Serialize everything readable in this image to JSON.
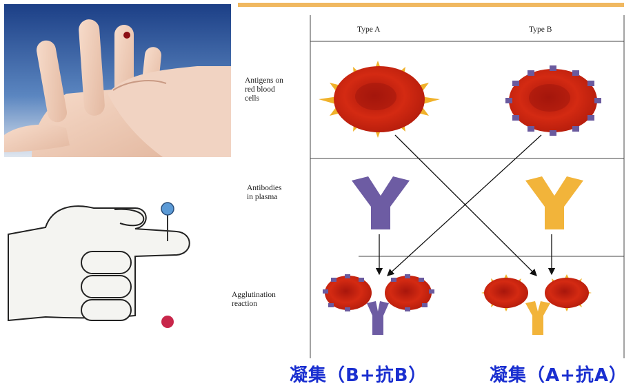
{
  "diagram": {
    "col_type_a": "Type A",
    "col_type_b": "Type B",
    "row_antigens": "Antigens on\nred blood\ncells",
    "row_antibodies": "Antibodies\nin plasma",
    "row_agglutination": "Agglutination\nreaction"
  },
  "captions": {
    "left": "凝集（B+抗B）",
    "right": "凝集（A+抗A）"
  },
  "colors": {
    "rbc": "#d42a12",
    "antigen_a": "#f0b12a",
    "antigen_b": "#6a5a9e",
    "antibody_a_anti_b": "#6d5ca3",
    "antibody_b_anti_a": "#f2b43a",
    "caption": "#1a2fd0"
  }
}
